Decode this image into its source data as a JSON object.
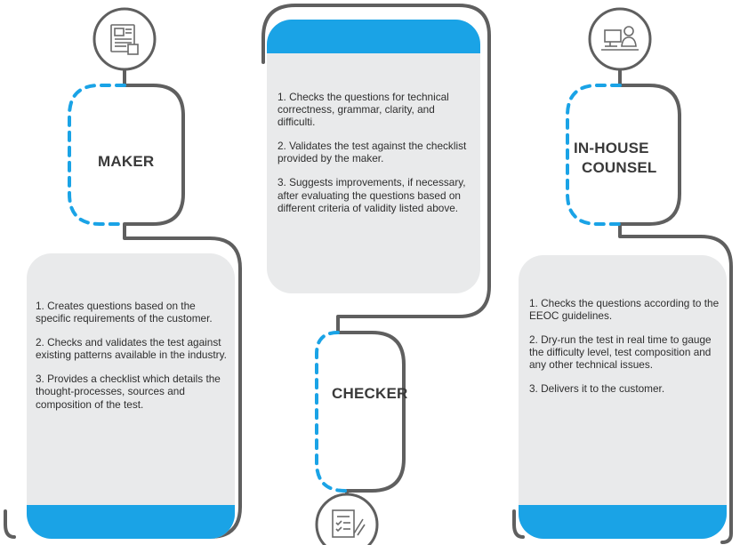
{
  "maker": {
    "title": "MAKER",
    "points": [
      "1. Creates questions based on the specific requirements of the customer.",
      "2. Checks and validates the test against existing patterns available in the industry.",
      "3. Provides a checklist which details the thought-processes, sources and composition of the test."
    ],
    "icon": "document-blueprint-icon"
  },
  "checker": {
    "title": "CHECKER",
    "points": [
      "1. Checks the questions for technical correctness, grammar, clarity, and difficulti.",
      "2. Validates the test against the checklist provided by the maker.",
      "3. Suggests improvements, if necessary, after evaluating the questions based on different criteria of validity listed above."
    ],
    "icon": "checklist-review-icon"
  },
  "counsel": {
    "title_line1": "IN-HOUSE",
    "title_line2": "COUNSEL",
    "points": [
      "1. Checks the questions according to the EEOC guidelines.",
      "2. Dry-run the test in real time to gauge the difficulty level, test composition and any other technical issues.",
      "3. Delivers it to the customer."
    ],
    "icon": "person-at-desk-icon"
  },
  "colors": {
    "accent": "#1aa3e6",
    "line": "#5f5f5f",
    "card": "#e9eaeb",
    "text": "#2e2e2e"
  }
}
